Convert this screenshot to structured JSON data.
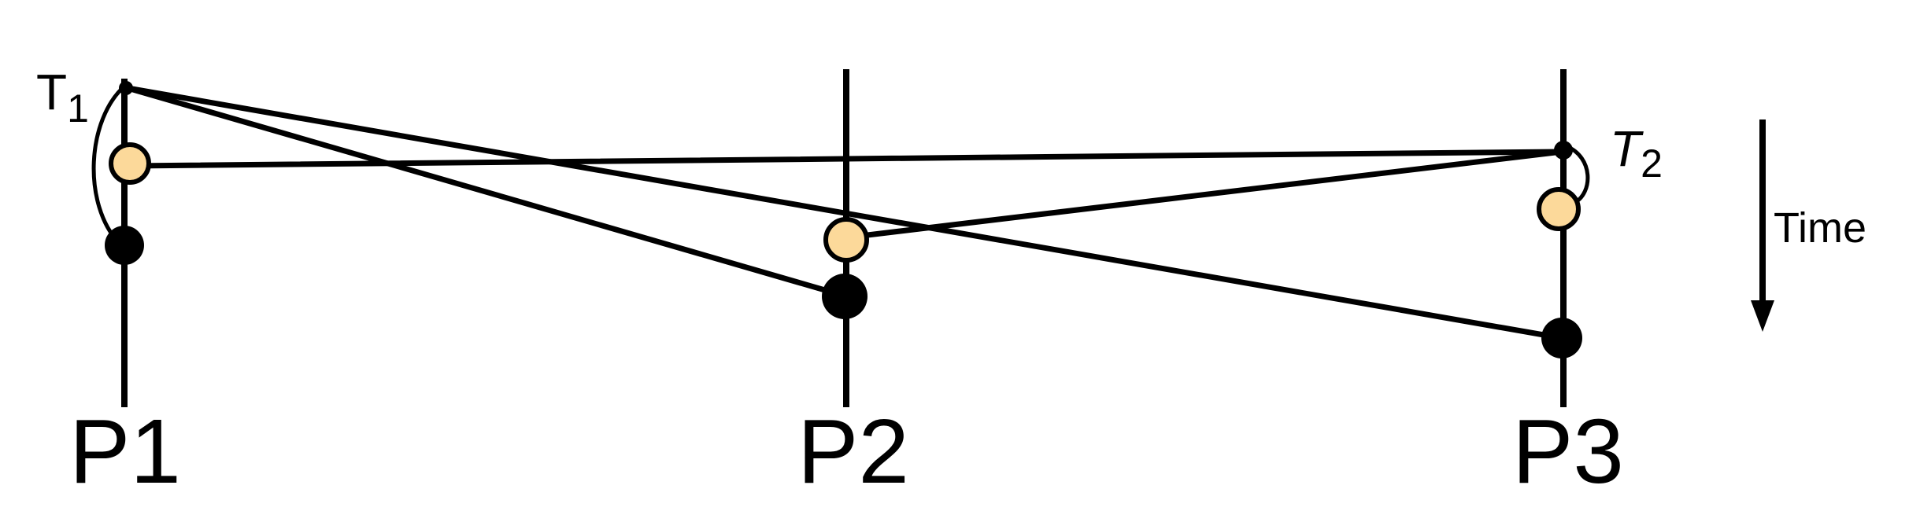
{
  "processes": [
    {
      "label": "P1"
    },
    {
      "label": "P2"
    },
    {
      "label": "P3"
    }
  ],
  "timestamps": {
    "t1": {
      "base": "T",
      "sub": "1"
    },
    "t2": {
      "base": "T",
      "sub": "2"
    }
  },
  "time_axis_label": "Time",
  "colors": {
    "line": "#000000",
    "light_event_fill": "#fcd99a",
    "dark_event_fill": "#000000",
    "background": "#ffffff"
  }
}
